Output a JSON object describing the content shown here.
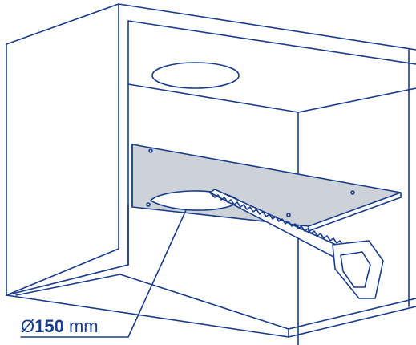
{
  "dimension_label": {
    "symbol": "Ø",
    "value": "150",
    "unit": "mm"
  },
  "colors": {
    "line": "#1a3d8c",
    "panel_fill": "#cdd2d8",
    "saw_blade": "#ffffff"
  },
  "icons": {
    "saw": "hand-saw-icon",
    "cabinet": "cabinet-outline"
  }
}
